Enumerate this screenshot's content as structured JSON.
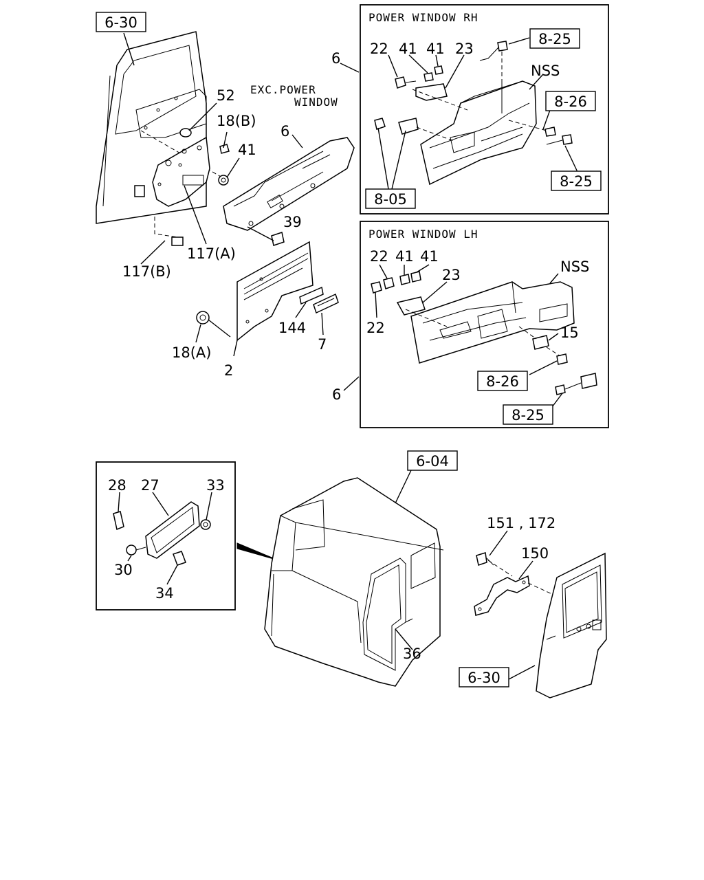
{
  "panels": {
    "rh_title": "POWER WINDOW RH",
    "lh_title": "POWER WINDOW LH"
  },
  "notes": {
    "exc_line1": "EXC.POWER",
    "exc_line2": "WINDOW"
  },
  "refs": {
    "door_top": "6-30",
    "rh_825_top": "8-25",
    "rh_826": "8-26",
    "rh_825_bottom": "8-25",
    "rh_805": "8-05",
    "lh_826": "8-26",
    "lh_825": "8-25",
    "cab": "6-04",
    "door_bottom": "6-30"
  },
  "labels": {
    "p52": "52",
    "p18b": "18(B)",
    "p41": "41",
    "p6_main": "6",
    "p39": "39",
    "p117a": "117(A)",
    "p117b": "117(B)",
    "p18a": "18(A)",
    "p2": "2",
    "p144": "144",
    "p7": "7",
    "p6_rh": "6",
    "rh_22": "22",
    "rh_41a": "41",
    "rh_41b": "41",
    "rh_23": "23",
    "rh_nss": "NSS",
    "p6_lh": "6",
    "lh_22a": "22",
    "lh_41a": "41",
    "lh_41b": "41",
    "lh_23": "23",
    "lh_22b": "22",
    "lh_nss": "NSS",
    "lh_15": "15",
    "p28": "28",
    "p27": "27",
    "p33": "33",
    "p30": "30",
    "p34": "34",
    "p151": "151 , 172",
    "p150": "150",
    "p36": "36"
  }
}
